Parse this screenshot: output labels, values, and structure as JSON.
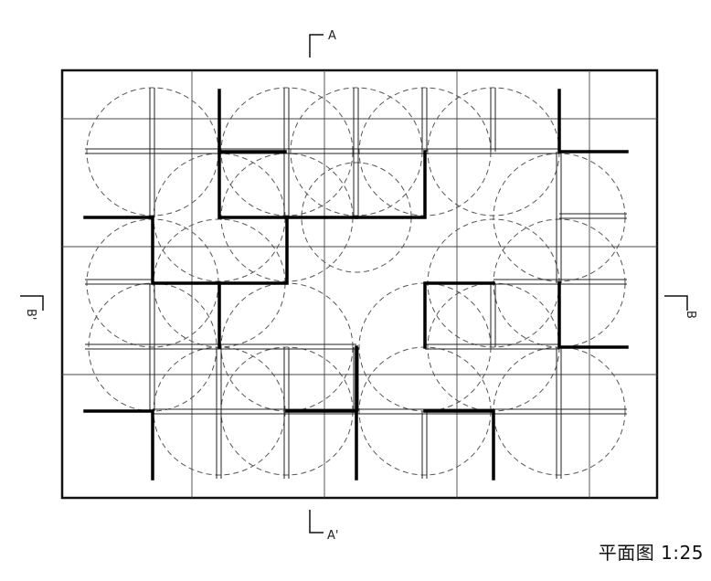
{
  "drawing": {
    "caption": "平面图  1:25",
    "section_markers": {
      "top": "A",
      "bottom": "A'",
      "left": "B'",
      "right": "B"
    }
  }
}
